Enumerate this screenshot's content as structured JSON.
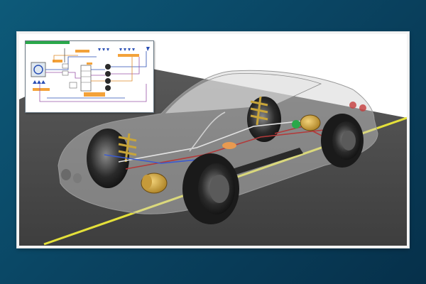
{
  "slide": {
    "background_colors": [
      "#0d5a79",
      "#06304a"
    ],
    "frame_color": "#f4f4f4"
  },
  "scene": {
    "ground_color": "#4f4f4f",
    "lane_line_color": "#e4e03a",
    "body_shell": "transparent-grey",
    "components": [
      "front-wheel",
      "rear-wheel",
      "hub-motor",
      "suspension-spring",
      "battery-pack",
      "wiring"
    ]
  },
  "diagram_inset": {
    "border_color": "#6b7a85",
    "accent_bar_color": "#2aa84a",
    "wire_colors": [
      "#2a4fb5",
      "#e08a2a",
      "#9a55a8"
    ],
    "block_color": "#f3a23a",
    "icon_names": [
      "motor-icon",
      "connector-icon",
      "triangle-arrow-icon",
      "wheel-stack-icon"
    ]
  }
}
